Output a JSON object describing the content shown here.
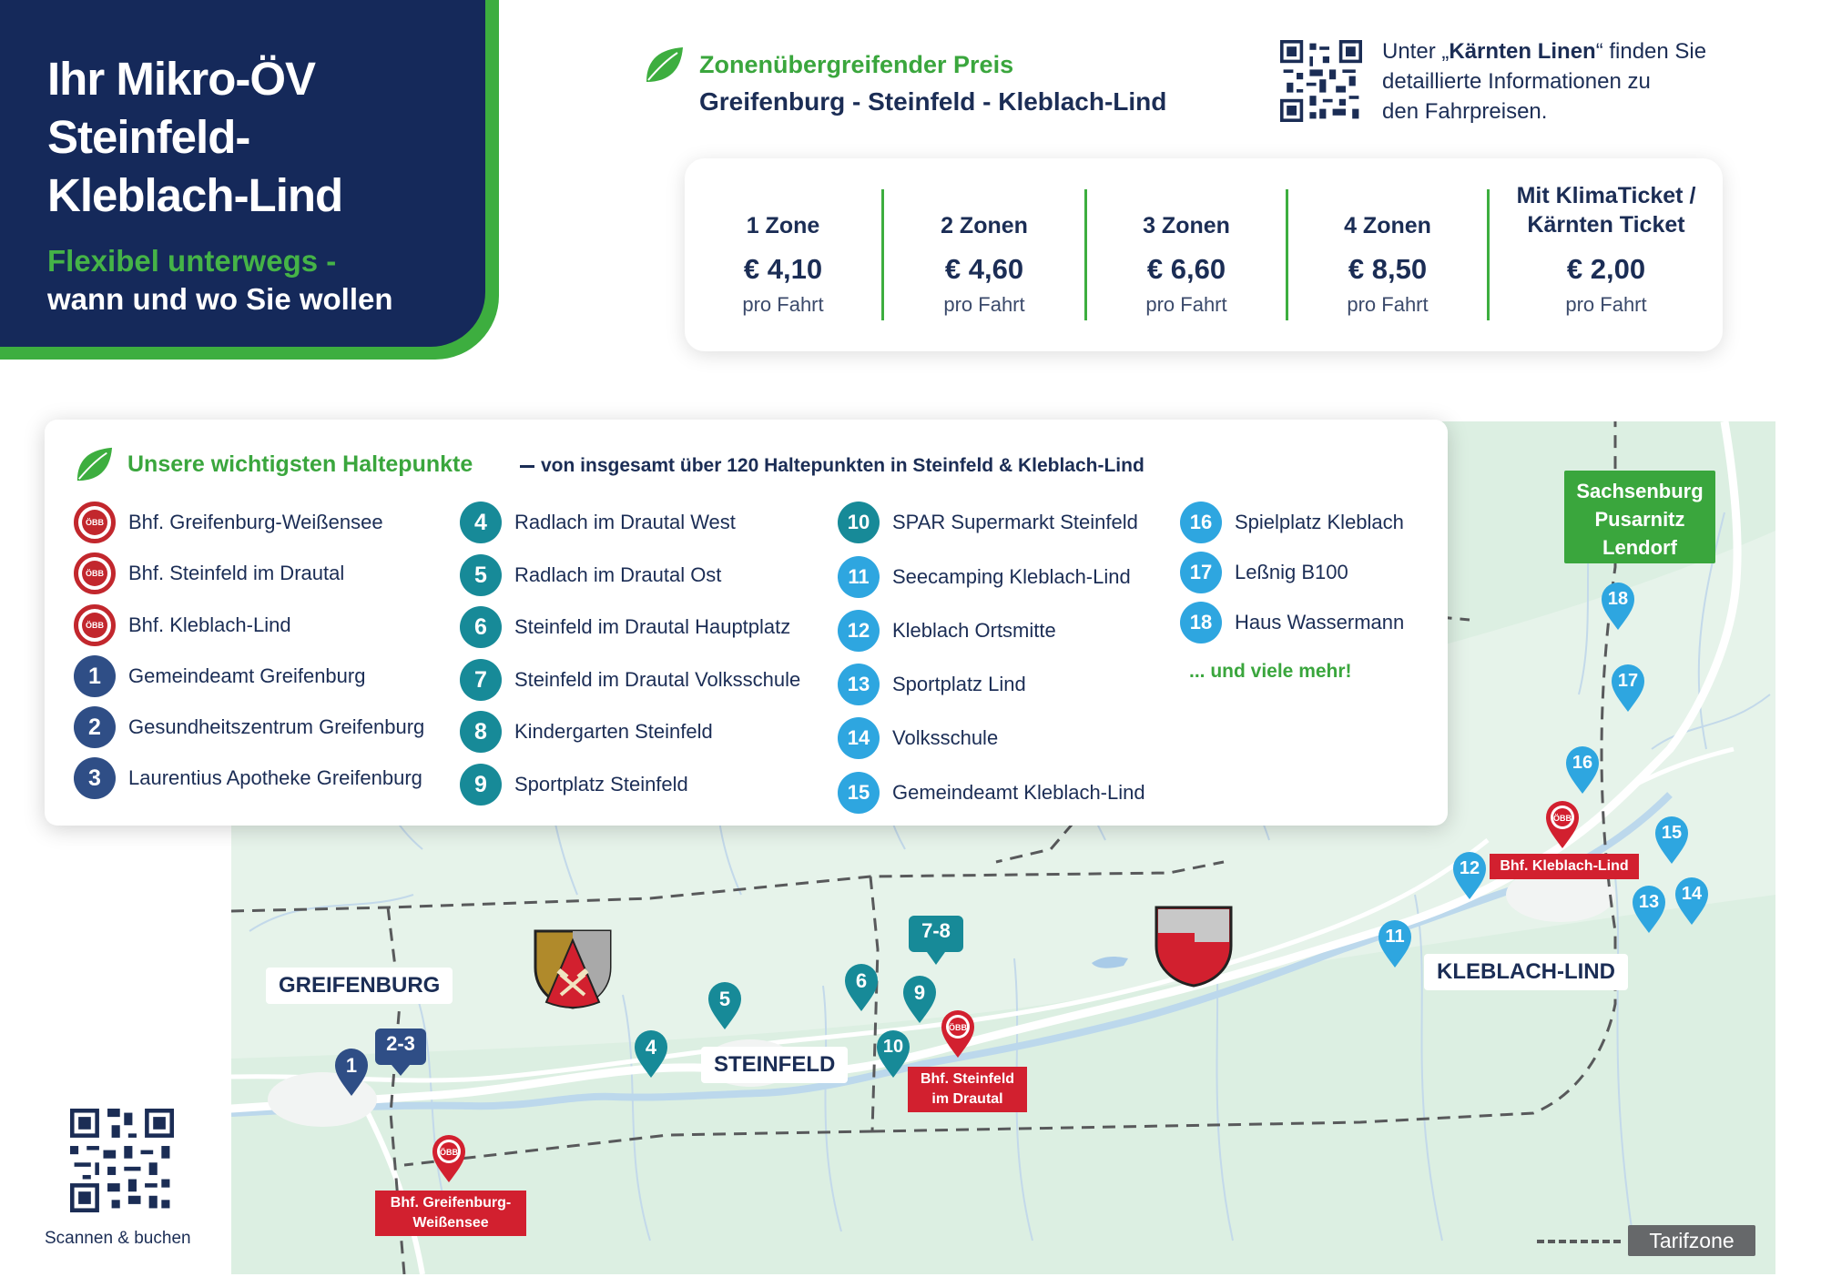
{
  "header": {
    "title_lines": [
      "Ihr Mikro-ÖV",
      "Steinfeld-",
      "Kleblach-Lind"
    ],
    "subtitle_green": "Flexibel unterwegs -",
    "subtitle_white": "wann und wo Sie wollen"
  },
  "zone_price": {
    "heading": "Zonenübergreifender Preis",
    "route": "Greifenburg - Steinfeld - Kleblach-Lind",
    "info_pre": "Unter „",
    "info_bold": "Kärnten Linen",
    "info_post": "“ finden Sie",
    "info_line2": "detaillierte Informationen zu",
    "info_line3": "den Fahrpreisen.",
    "prices": [
      {
        "zone": "1 Zone",
        "price": "€ 4,10",
        "unit": "pro Fahrt"
      },
      {
        "zone": "2 Zonen",
        "price": "€ 4,60",
        "unit": "pro Fahrt"
      },
      {
        "zone": "3 Zonen",
        "price": "€ 6,60",
        "unit": "pro Fahrt"
      },
      {
        "zone": "4 Zonen",
        "price": "€ 8,50",
        "unit": "pro Fahrt"
      }
    ],
    "klima": {
      "line1": "Mit KlimaTicket /",
      "line2": "Kärnten Ticket",
      "price": "€ 2,00",
      "unit": "pro Fahrt"
    }
  },
  "legend": {
    "title": "Unsere wichtigsten Haltepunkte",
    "subtitle": "von insgesamt über 120 Haltepunkten in Steinfeld & Kleblach-Lind",
    "obb_badge": "ÖBB",
    "stations": [
      "Bhf. Greifenburg-Weißensee",
      "Bhf. Steinfeld im Drautal",
      "Bhf. Kleblach-Lind"
    ],
    "stops": [
      {
        "num": "1",
        "name": "Gemeindeamt Greifenburg"
      },
      {
        "num": "2",
        "name": "Gesundheitszentrum Greifenburg"
      },
      {
        "num": "3",
        "name": "Laurentius Apotheke Greifenburg"
      },
      {
        "num": "4",
        "name": "Radlach im Drautal West"
      },
      {
        "num": "5",
        "name": "Radlach im Drautal Ost"
      },
      {
        "num": "6",
        "name": "Steinfeld im Drautal Hauptplatz"
      },
      {
        "num": "7",
        "name": "Steinfeld im Drautal Volksschule"
      },
      {
        "num": "8",
        "name": "Kindergarten Steinfeld"
      },
      {
        "num": "9",
        "name": "Sportplatz Steinfeld"
      },
      {
        "num": "10",
        "name": "SPAR Supermarkt Steinfeld"
      },
      {
        "num": "11",
        "name": "Seecamping Kleblach-Lind"
      },
      {
        "num": "12",
        "name": "Kleblach Ortsmitte"
      },
      {
        "num": "13",
        "name": "Sportplatz Lind"
      },
      {
        "num": "14",
        "name": "Volksschule"
      },
      {
        "num": "15",
        "name": "Gemeindeamt Kleblach-Lind"
      },
      {
        "num": "16",
        "name": "Spielplatz Kleblach"
      },
      {
        "num": "17",
        "name": "Leßnig B100"
      },
      {
        "num": "18",
        "name": "Haus Wassermann"
      }
    ],
    "more": "... und viele mehr!"
  },
  "map": {
    "places": [
      "GREIFENBURG",
      "STEINFELD",
      "KLEBLACH-LIND"
    ],
    "station_labels": {
      "greifenburg": [
        "Bhf. Greifenburg-",
        "Weißensee"
      ],
      "steinfeld": [
        "Bhf. Steinfeld",
        "im Drautal"
      ],
      "kleblach": [
        "Bhf. Kleblach-Lind"
      ]
    },
    "destination": [
      "Sachsenburg",
      "Pusarnitz",
      "Lendorf"
    ],
    "tarif_label": "Tarifzone",
    "pin_labels": [
      "1",
      "2-3",
      "4",
      "5",
      "6",
      "7-8",
      "9",
      "10",
      "11",
      "12",
      "13",
      "14",
      "15",
      "16",
      "17",
      "18"
    ]
  },
  "scan": {
    "caption": "Scannen & buchen"
  },
  "colors": {
    "navy": "#15295a",
    "green": "#3dae3f",
    "obb_red": "#c2272d",
    "pin_dark": "#2f4e86",
    "pin_teal": "#178a98",
    "pin_light": "#2ea6e0"
  }
}
